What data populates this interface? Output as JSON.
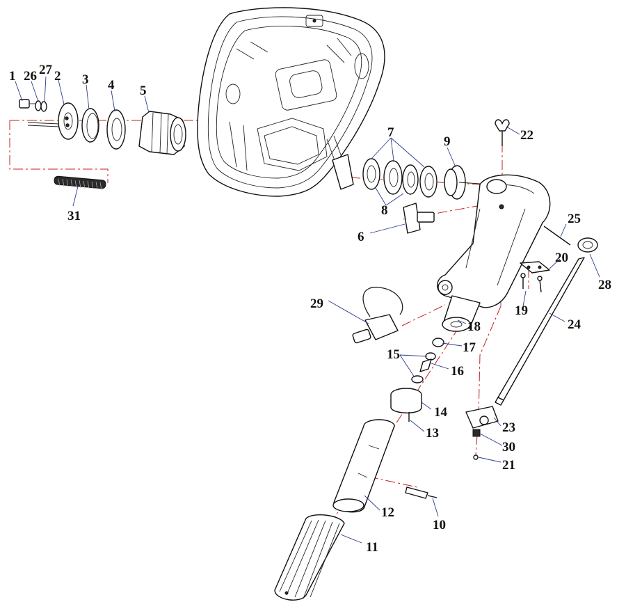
{
  "callouts": [
    {
      "id": "c1",
      "text": "1"
    },
    {
      "id": "c2",
      "text": "2"
    },
    {
      "id": "c3",
      "text": "3"
    },
    {
      "id": "c4",
      "text": "4"
    },
    {
      "id": "c5",
      "text": "5"
    },
    {
      "id": "c6",
      "text": "6"
    },
    {
      "id": "c7",
      "text": "7"
    },
    {
      "id": "c8",
      "text": "8"
    },
    {
      "id": "c9",
      "text": "9"
    },
    {
      "id": "c10",
      "text": "10"
    },
    {
      "id": "c11",
      "text": "11"
    },
    {
      "id": "c12",
      "text": "12"
    },
    {
      "id": "c13",
      "text": "13"
    },
    {
      "id": "c14",
      "text": "14"
    },
    {
      "id": "c15",
      "text": "15"
    },
    {
      "id": "c16",
      "text": "16"
    },
    {
      "id": "c17",
      "text": "17"
    },
    {
      "id": "c18",
      "text": "18"
    },
    {
      "id": "c19",
      "text": "19"
    },
    {
      "id": "c20",
      "text": "20"
    },
    {
      "id": "c21",
      "text": "21"
    },
    {
      "id": "c22",
      "text": "22"
    },
    {
      "id": "c23",
      "text": "23"
    },
    {
      "id": "c24",
      "text": "24"
    },
    {
      "id": "c25",
      "text": "25"
    },
    {
      "id": "c26",
      "text": "26"
    },
    {
      "id": "c27",
      "text": "27"
    },
    {
      "id": "c28",
      "text": "28"
    },
    {
      "id": "c29",
      "text": "29"
    },
    {
      "id": "c30",
      "text": "30"
    },
    {
      "id": "c31",
      "text": "31"
    }
  ],
  "colors": {
    "line": "#111111",
    "leader": "#2b3a8f",
    "centerline": "#c4221f",
    "background": "#ffffff"
  }
}
